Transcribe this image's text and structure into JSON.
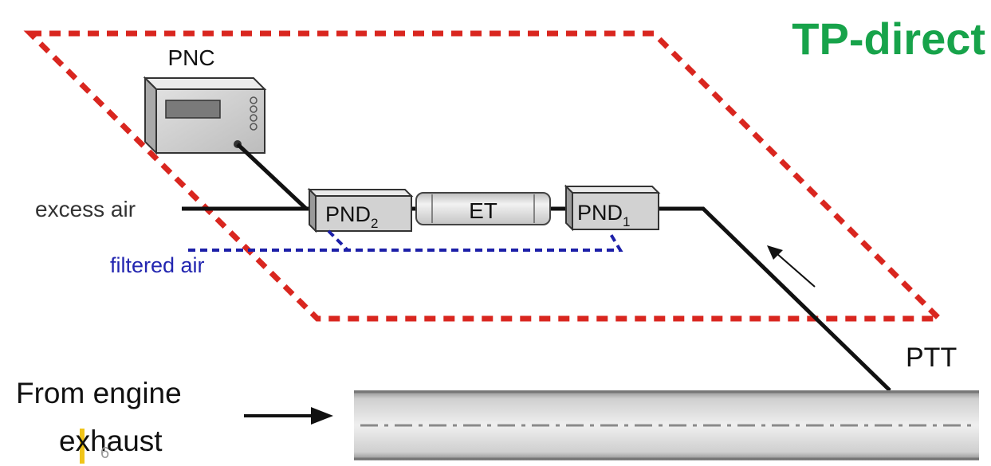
{
  "title": "TP-direct",
  "labels": {
    "pnc": "PNC",
    "excess_air": "excess air",
    "filtered_air": "filtered air",
    "ptt": "PTT",
    "from_engine_line1": "From engine",
    "from_engine_line2": "exhaust",
    "page_number": "6"
  },
  "components": {
    "pnd2": {
      "base": "PND",
      "sub": "2"
    },
    "et": "ET",
    "pnd1": {
      "base": "PND",
      "sub": "1"
    }
  },
  "colors": {
    "title": "#17a34a",
    "red_dash": "#d9261f",
    "blue_dash": "#1c1fa8",
    "line": "#111111",
    "box_fill": "#d2d2d2",
    "accent_bar": "#f0c419"
  }
}
